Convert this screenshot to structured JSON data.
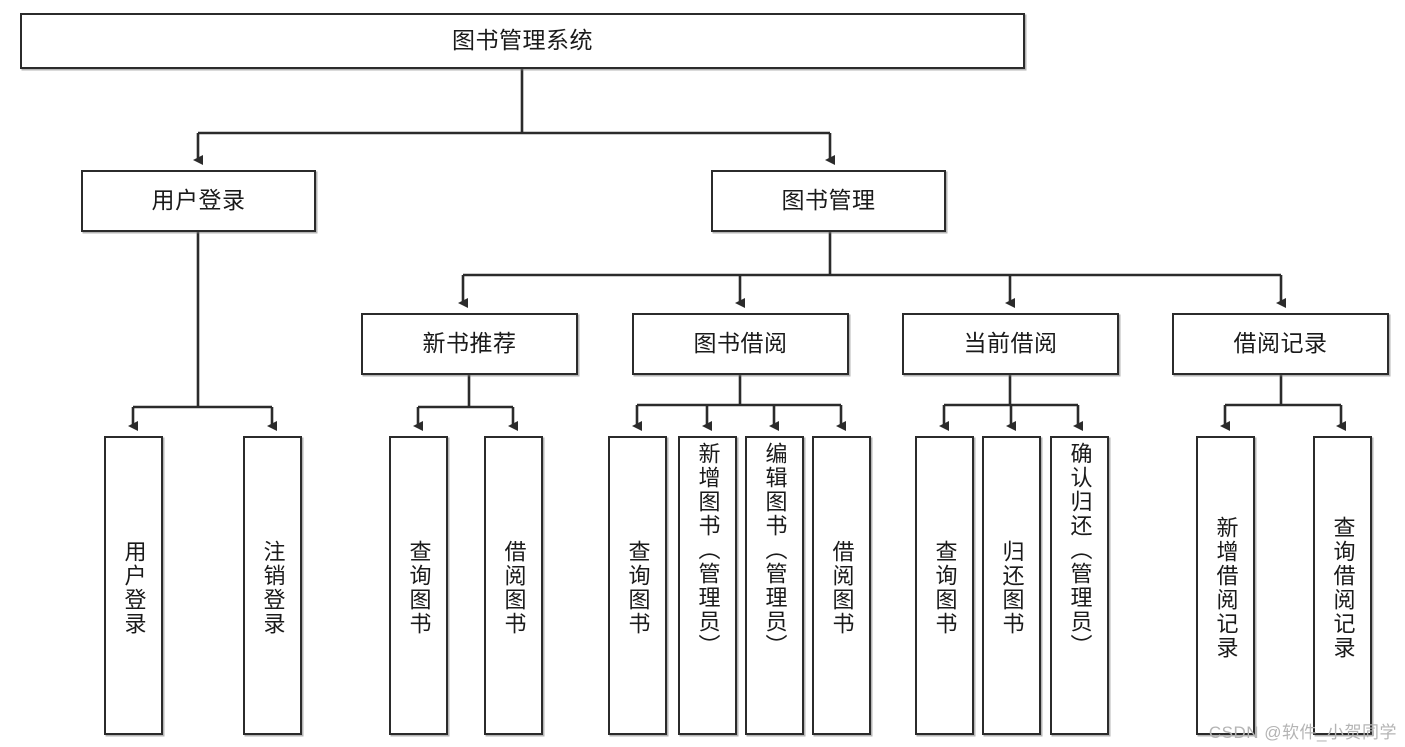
{
  "diagram": {
    "type": "tree-hierarchy-chart",
    "title": "图书管理系统",
    "watermark": "CSDN @软件_小贺同学",
    "colors": {
      "box_border": "#2b2b2b",
      "box_fill": "#ffffff",
      "connector": "#2b2b2b",
      "watermark": "#b4b4b4"
    },
    "nodes": {
      "root": {
        "label": "图书管理系统"
      },
      "level2": [
        {
          "id": "user-login",
          "label": "用户登录"
        },
        {
          "id": "book-manage",
          "label": "图书管理"
        }
      ],
      "level3": [
        {
          "id": "new-book-recommend",
          "label": "新书推荐"
        },
        {
          "id": "book-borrow",
          "label": "图书借阅"
        },
        {
          "id": "current-borrow",
          "label": "当前借阅"
        },
        {
          "id": "borrow-record",
          "label": "借阅记录"
        }
      ],
      "leaves": {
        "user-login": [
          {
            "id": "leaf-user-login",
            "label": "用户登录"
          },
          {
            "id": "leaf-logout",
            "label": "注销登录"
          }
        ],
        "new-book-recommend": [
          {
            "id": "leaf-query-book-1",
            "label": "查询图书"
          },
          {
            "id": "leaf-borrow-book-1",
            "label": "借阅图书"
          }
        ],
        "book-borrow": [
          {
            "id": "leaf-query-book-2",
            "label": "查询图书"
          },
          {
            "id": "leaf-add-book",
            "label": "新增图书（管理员）"
          },
          {
            "id": "leaf-edit-book",
            "label": "编辑图书（管理员）"
          },
          {
            "id": "leaf-borrow-book-2",
            "label": "借阅图书"
          }
        ],
        "current-borrow": [
          {
            "id": "leaf-query-book-3",
            "label": "查询图书"
          },
          {
            "id": "leaf-return-book",
            "label": "归还图书"
          },
          {
            "id": "leaf-confirm-return",
            "label": "确认归还（管理员）"
          }
        ],
        "borrow-record": [
          {
            "id": "leaf-add-record",
            "label": "新增借阅记录"
          },
          {
            "id": "leaf-query-record",
            "label": "查询借阅记录"
          }
        ]
      }
    }
  }
}
